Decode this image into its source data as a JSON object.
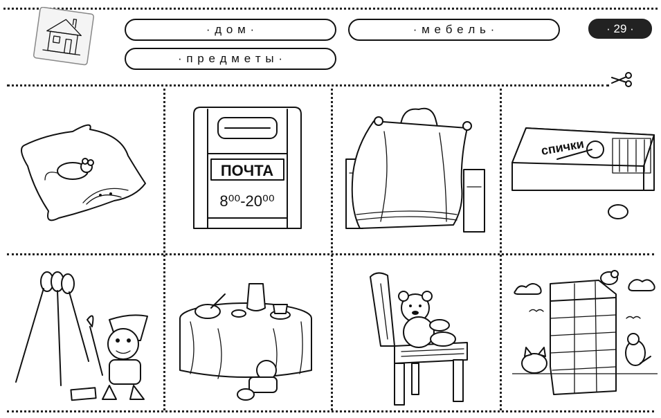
{
  "header": {
    "tag_home": "· д о м ·",
    "tag_furniture": "· м е б е л ь ·",
    "tag_objects": "· п р е д м е т ы ·",
    "page_number": "· 29 ·"
  },
  "cards": {
    "mailbox_label": "ПОЧТА",
    "mailbox_hours": "8⁰⁰-20⁰⁰",
    "matchbox_label": "спички"
  },
  "icons": [
    "house-icon",
    "scissors-icon"
  ]
}
